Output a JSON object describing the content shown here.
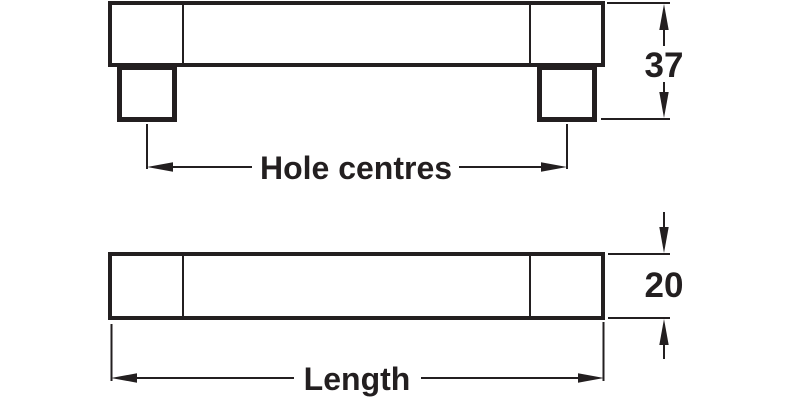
{
  "colors": {
    "ink": "#231f20",
    "background": "#ffffff"
  },
  "plan_view": {
    "hole_centres_label": "Hole centres",
    "height_dimension": "37"
  },
  "side_view": {
    "length_label": "Length",
    "thickness_dimension": "20"
  }
}
